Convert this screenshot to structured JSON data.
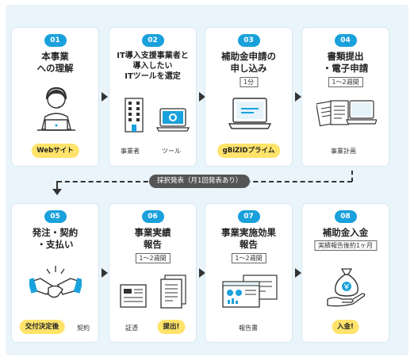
{
  "colors": {
    "accent": "#1aa1dc",
    "highlight": "#ffe36b",
    "background": "#e9f4fb"
  },
  "steps": [
    {
      "num": "01",
      "title": [
        "本事業",
        "への理解"
      ],
      "pill": "Webサイト"
    },
    {
      "num": "02",
      "title": [
        "IT導入支援事業者と",
        "導入したい",
        "ITツールを選定"
      ],
      "labels": [
        "事業者",
        "ツール"
      ]
    },
    {
      "num": "03",
      "title": [
        "補助金申請の",
        "申し込み"
      ],
      "duration": "1分",
      "pill": "gBiZIDプライム"
    },
    {
      "num": "04",
      "title": [
        "書類提出",
        "・電子申請"
      ],
      "duration": "1〜2週間",
      "labels": [
        "事業計画"
      ]
    },
    {
      "num": "05",
      "title": [
        "発注・契約",
        "・支払い"
      ],
      "pill": "交付決定後",
      "labels": [
        "契約"
      ]
    },
    {
      "num": "06",
      "title": [
        "事業実績",
        "報告"
      ],
      "duration": "1〜2週間",
      "labels": [
        "証憑"
      ],
      "pill": "提出!"
    },
    {
      "num": "07",
      "title": [
        "事業実施効果",
        "報告"
      ],
      "duration": "1〜2週間",
      "labels": [
        "報告書"
      ]
    },
    {
      "num": "08",
      "title": [
        "補助金入金"
      ],
      "duration": "実績報告後約1ヶ月",
      "pill": "入金!"
    }
  ],
  "connector_note": "採択発表（月1回発表あり）",
  "icons": [
    "support-operator-icon",
    "building-icon",
    "laptop-gear-icon",
    "laptop-icon",
    "documents-icon",
    "handshake-icon",
    "invoice-icon",
    "report-icon",
    "dashboard-icon",
    "money-bag-icon"
  ]
}
